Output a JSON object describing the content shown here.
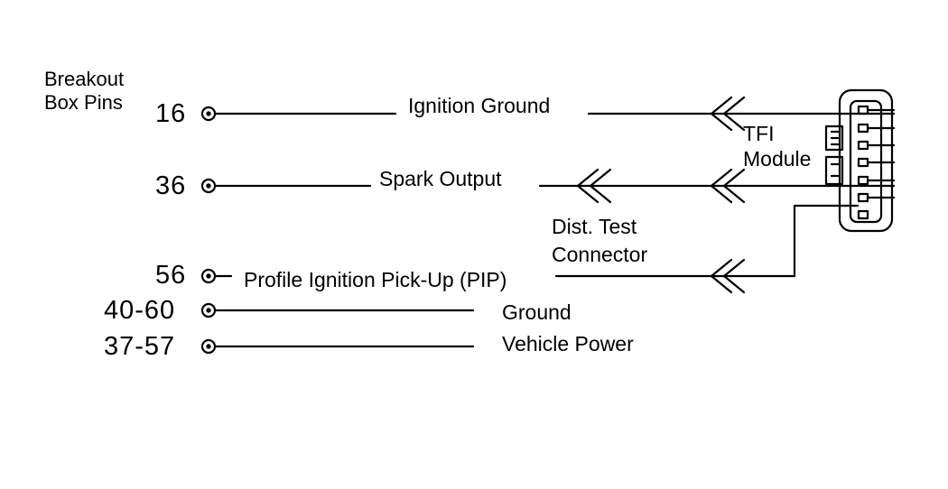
{
  "heading": {
    "line1": "Breakout",
    "line2": "Box Pins"
  },
  "pins": [
    {
      "number": "16",
      "signal": "Ignition Ground"
    },
    {
      "number": "36",
      "signal": "Spark Output"
    },
    {
      "number": "56",
      "signal": "Profile Ignition Pick-Up (PIP)"
    },
    {
      "number": "40-60",
      "signal": "Ground"
    },
    {
      "number": "37-57",
      "signal": "Vehicle Power"
    }
  ],
  "tfi_module": {
    "line1": "TFI",
    "line2": "Module"
  },
  "test_connector": {
    "line1": "Dist. Test",
    "line2": "Connector"
  }
}
